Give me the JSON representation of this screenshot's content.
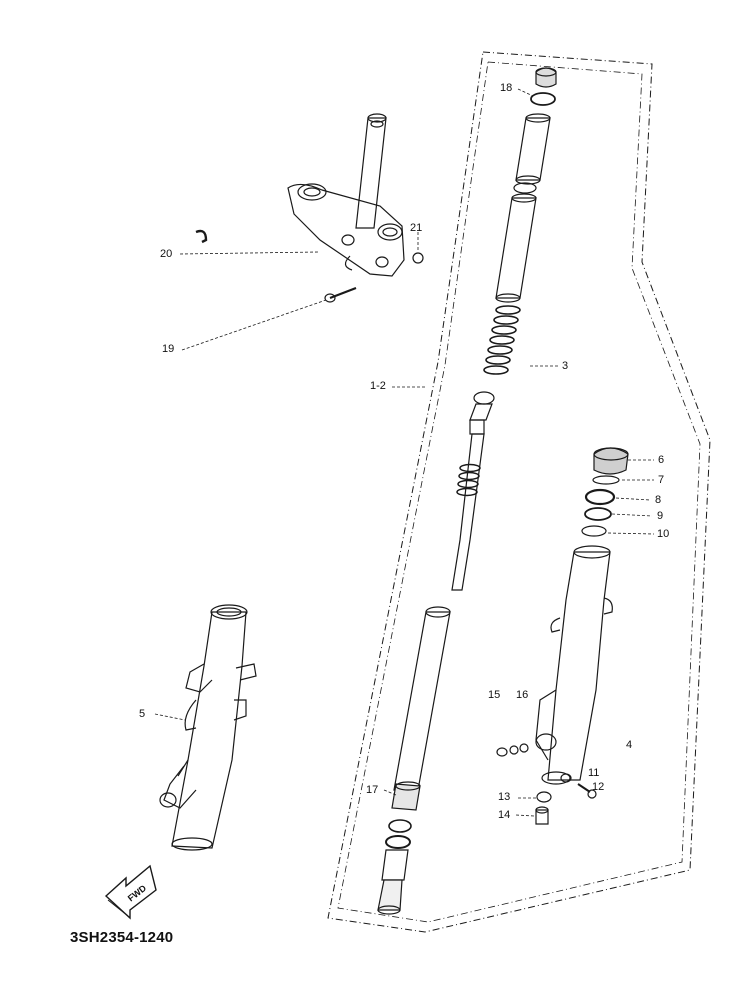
{
  "diagram": {
    "part_code": "3SH2354-1240",
    "arrow_text": "FWD",
    "callouts": {
      "c1_2": "1-2",
      "c3": "3",
      "c4": "4",
      "c5": "5",
      "c6": "6",
      "c7": "7",
      "c8": "8",
      "c9": "9",
      "c10": "10",
      "c11": "11",
      "c12": "12",
      "c13": "13",
      "c14": "14",
      "c15": "15",
      "c16": "16",
      "c17": "17",
      "c18": "18",
      "c19": "19",
      "c20": "20",
      "c21": "21"
    }
  }
}
